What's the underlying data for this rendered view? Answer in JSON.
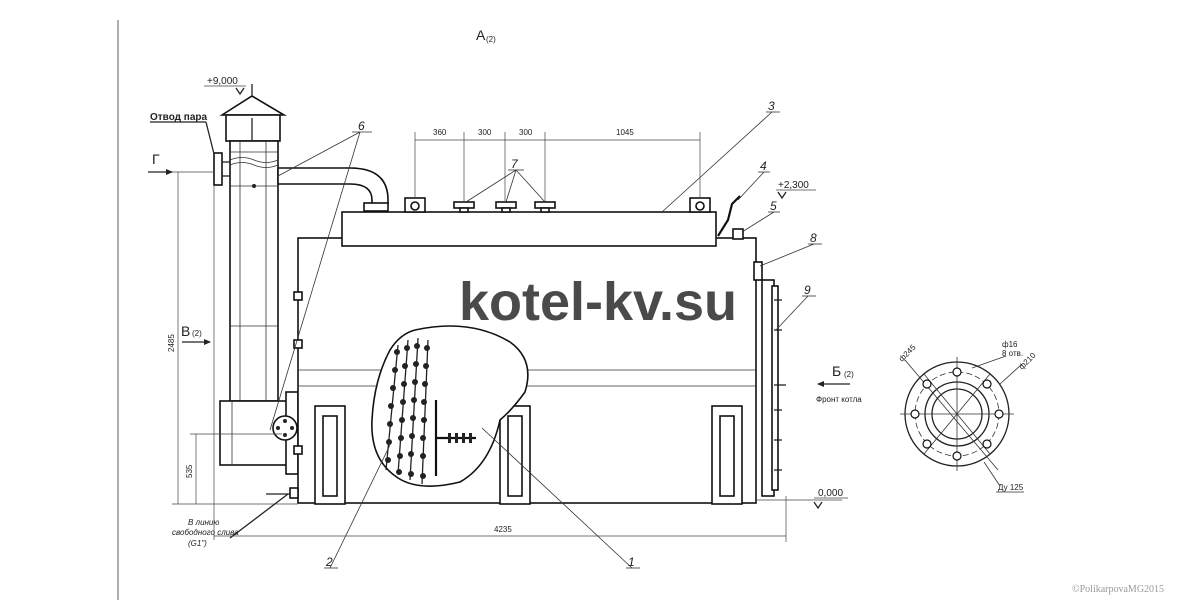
{
  "watermark": "kotel-kv.su",
  "copyright": "©PolikarpovaMG2015",
  "view_labels": {
    "a": "А",
    "a_sub": "(2)",
    "b": "Б",
    "b_sub": "(2)",
    "v": "В",
    "v_sub": "(2)",
    "g": "Г"
  },
  "elevations": {
    "top": "+9,000",
    "mid": "+2,300",
    "ground": "0,000"
  },
  "labels": {
    "steam_outlet": "Отвод пара",
    "boiler_front": "Фронт котла",
    "drain_line_1": "В линию",
    "drain_line_2": "свободного слива",
    "drain_line_3": "(G1\")"
  },
  "dimensions": {
    "d360": "360",
    "d300a": "300",
    "d300b": "300",
    "d1045": "1045",
    "d2485": "2485",
    "d535": "535",
    "d4235": "4235"
  },
  "flange": {
    "d245": "ф245",
    "d16": "ф16",
    "holes": "8 отв.",
    "d210": "ф210",
    "du": "Ду 125"
  },
  "callouts": {
    "c1": "1",
    "c2": "2",
    "c3": "3",
    "c4": "4",
    "c5": "5",
    "c6": "6",
    "c7": "7",
    "c8": "8",
    "c9": "9"
  }
}
